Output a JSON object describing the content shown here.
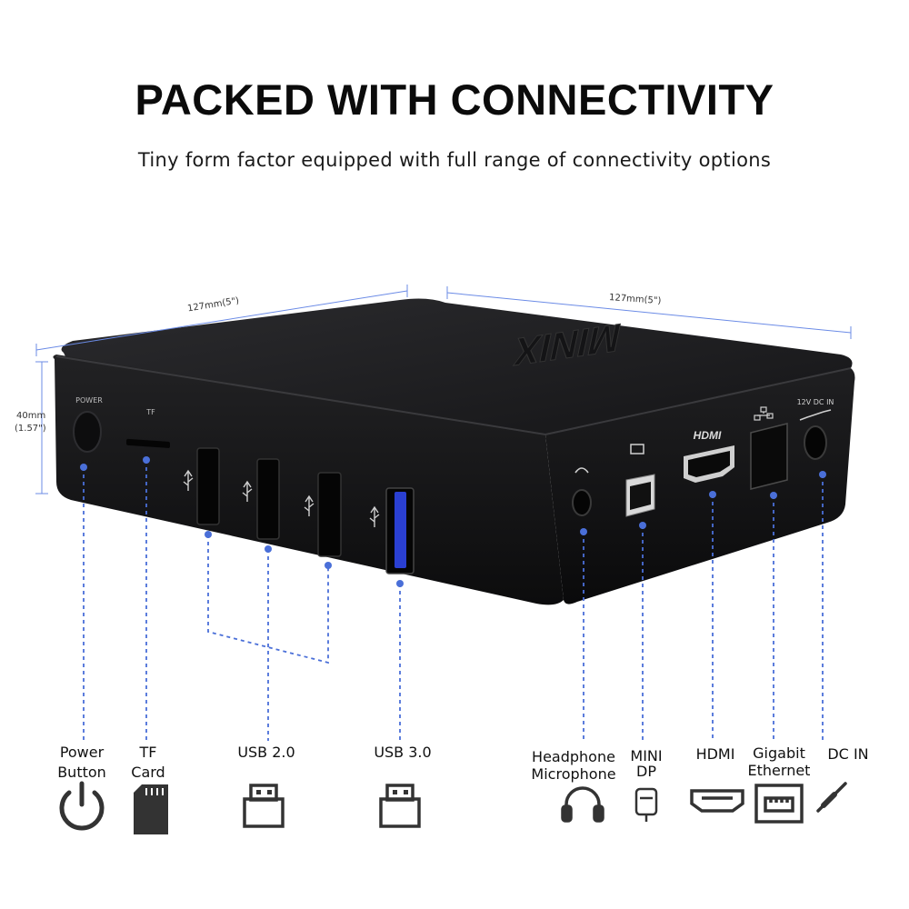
{
  "header": {
    "title": "PACKED WITH CONNECTIVITY",
    "subtitle": "Tiny form factor equipped with full range of connectivity options"
  },
  "dimensions": {
    "length_left": "127mm(5\")",
    "length_right": "127mm(5\")",
    "height_line1": "40mm",
    "height_line2": "(1.57\")"
  },
  "device": {
    "brand": "MINIX",
    "power_print": "POWER",
    "tf_print": "TF",
    "hdmi_print": "HDMI",
    "dc_print": "12V  DC IN",
    "body_color": "#1c1c1e",
    "usb3_color": "#2a3fd1"
  },
  "ports": [
    {
      "label_line1": "Power",
      "label_line2": "Button",
      "icon": "power-icon"
    },
    {
      "label_line1": "TF",
      "label_line2": "Card",
      "icon": "sd-card-icon"
    },
    {
      "label_line1": "USB 2.0",
      "label_line2": "",
      "icon": "usb-plug-icon"
    },
    {
      "label_line1": "USB 3.0",
      "label_line2": "",
      "icon": "usb-plug-icon"
    },
    {
      "label_line1": "Headphone",
      "label_line2": "Microphone",
      "icon": "headphone-icon"
    },
    {
      "label_line1": "MINI",
      "label_line2": "DP",
      "icon": "mini-dp-icon"
    },
    {
      "label_line1": "HDMI",
      "label_line2": "",
      "icon": "hdmi-icon"
    },
    {
      "label_line1": "Gigabit",
      "label_line2": "Ethernet",
      "icon": "ethernet-icon"
    },
    {
      "label_line1": "DC IN",
      "label_line2": "",
      "icon": "dc-plug-icon"
    }
  ],
  "colors": {
    "callout_line": "#4a6fd8",
    "icon_stroke": "#333333"
  }
}
